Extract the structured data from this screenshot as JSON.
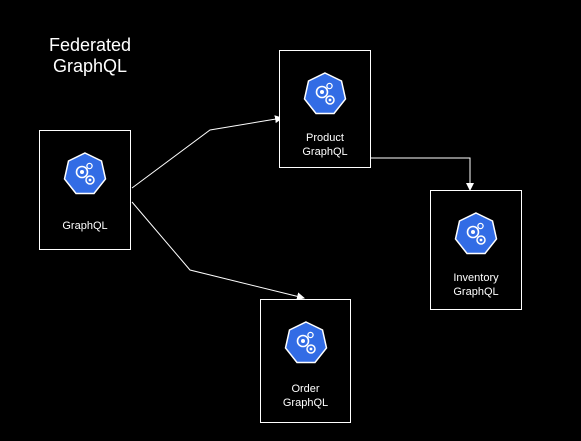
{
  "diagram": {
    "title": "Federated\nGraphQL",
    "colors": {
      "background": "#000000",
      "stroke": "#ffffff",
      "icon_fill": "#326ce5"
    },
    "nodes": [
      {
        "id": "gateway",
        "line1": "GraphQL",
        "line2": "",
        "icon": "kubernetes-service-icon"
      },
      {
        "id": "product",
        "line1": "Product",
        "line2": "GraphQL",
        "icon": "kubernetes-service-icon"
      },
      {
        "id": "inventory",
        "line1": "Inventory",
        "line2": "GraphQL",
        "icon": "kubernetes-service-icon"
      },
      {
        "id": "order",
        "line1": "Order",
        "line2": "GraphQL",
        "icon": "kubernetes-service-icon"
      }
    ],
    "edges": [
      {
        "from": "gateway",
        "to": "product"
      },
      {
        "from": "gateway",
        "to": "order"
      },
      {
        "from": "product",
        "to": "inventory"
      }
    ]
  }
}
